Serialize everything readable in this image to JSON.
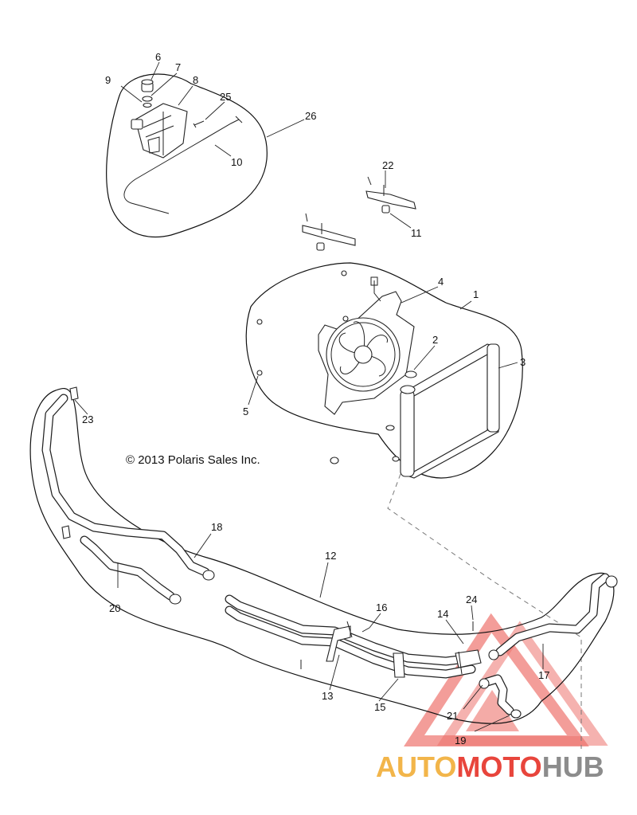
{
  "copyright": "© 2013 Polaris Sales Inc.",
  "watermark": {
    "part1": "AUTO",
    "part2": "MOTO",
    "part3": "HUB",
    "colors": {
      "auto": "#f2b54a",
      "moto": "#e8453c",
      "hub": "#8c8c8c"
    }
  },
  "callouts": [
    "1",
    "2",
    "3",
    "4",
    "5",
    "6",
    "7",
    "8",
    "9",
    "10",
    "11",
    "12",
    "13",
    "14",
    "15",
    "16",
    "17",
    "18",
    "19",
    "20",
    "21",
    "22",
    "23",
    "24",
    "25",
    "26"
  ]
}
